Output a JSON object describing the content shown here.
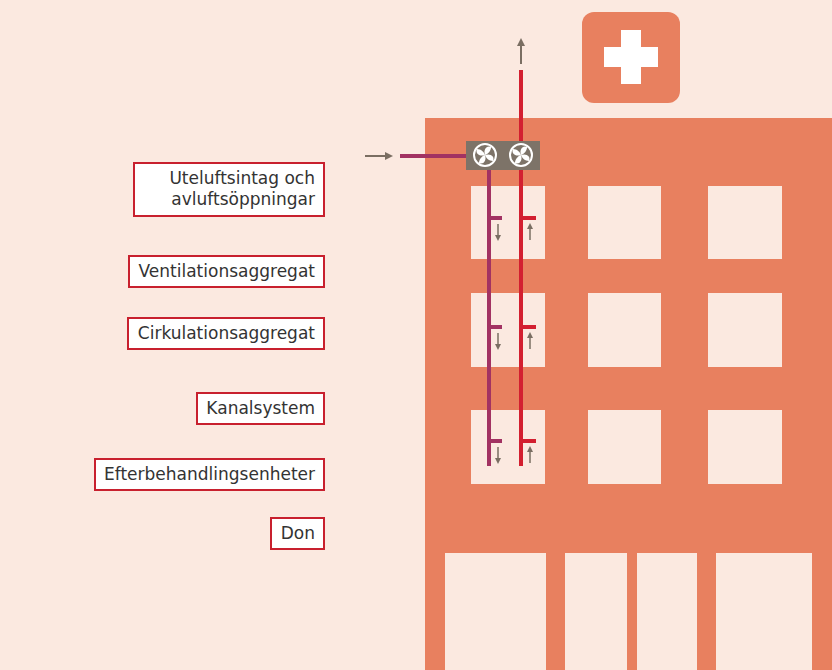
{
  "diagram": {
    "nodes": [
      {
        "text": [
          "Uteluftsintag och avluftsöppningar"
        ]
      },
      {
        "text": [
          "Ventilationsaggregat"
        ]
      },
      {
        "text": [
          "Cirkulationsaggregat"
        ]
      },
      {
        "text": [
          "Kanalsystem"
        ]
      },
      {
        "text": [
          "Efterbehandlingsenheter"
        ]
      },
      {
        "text": [
          "Don"
        ]
      }
    ]
  }
}
